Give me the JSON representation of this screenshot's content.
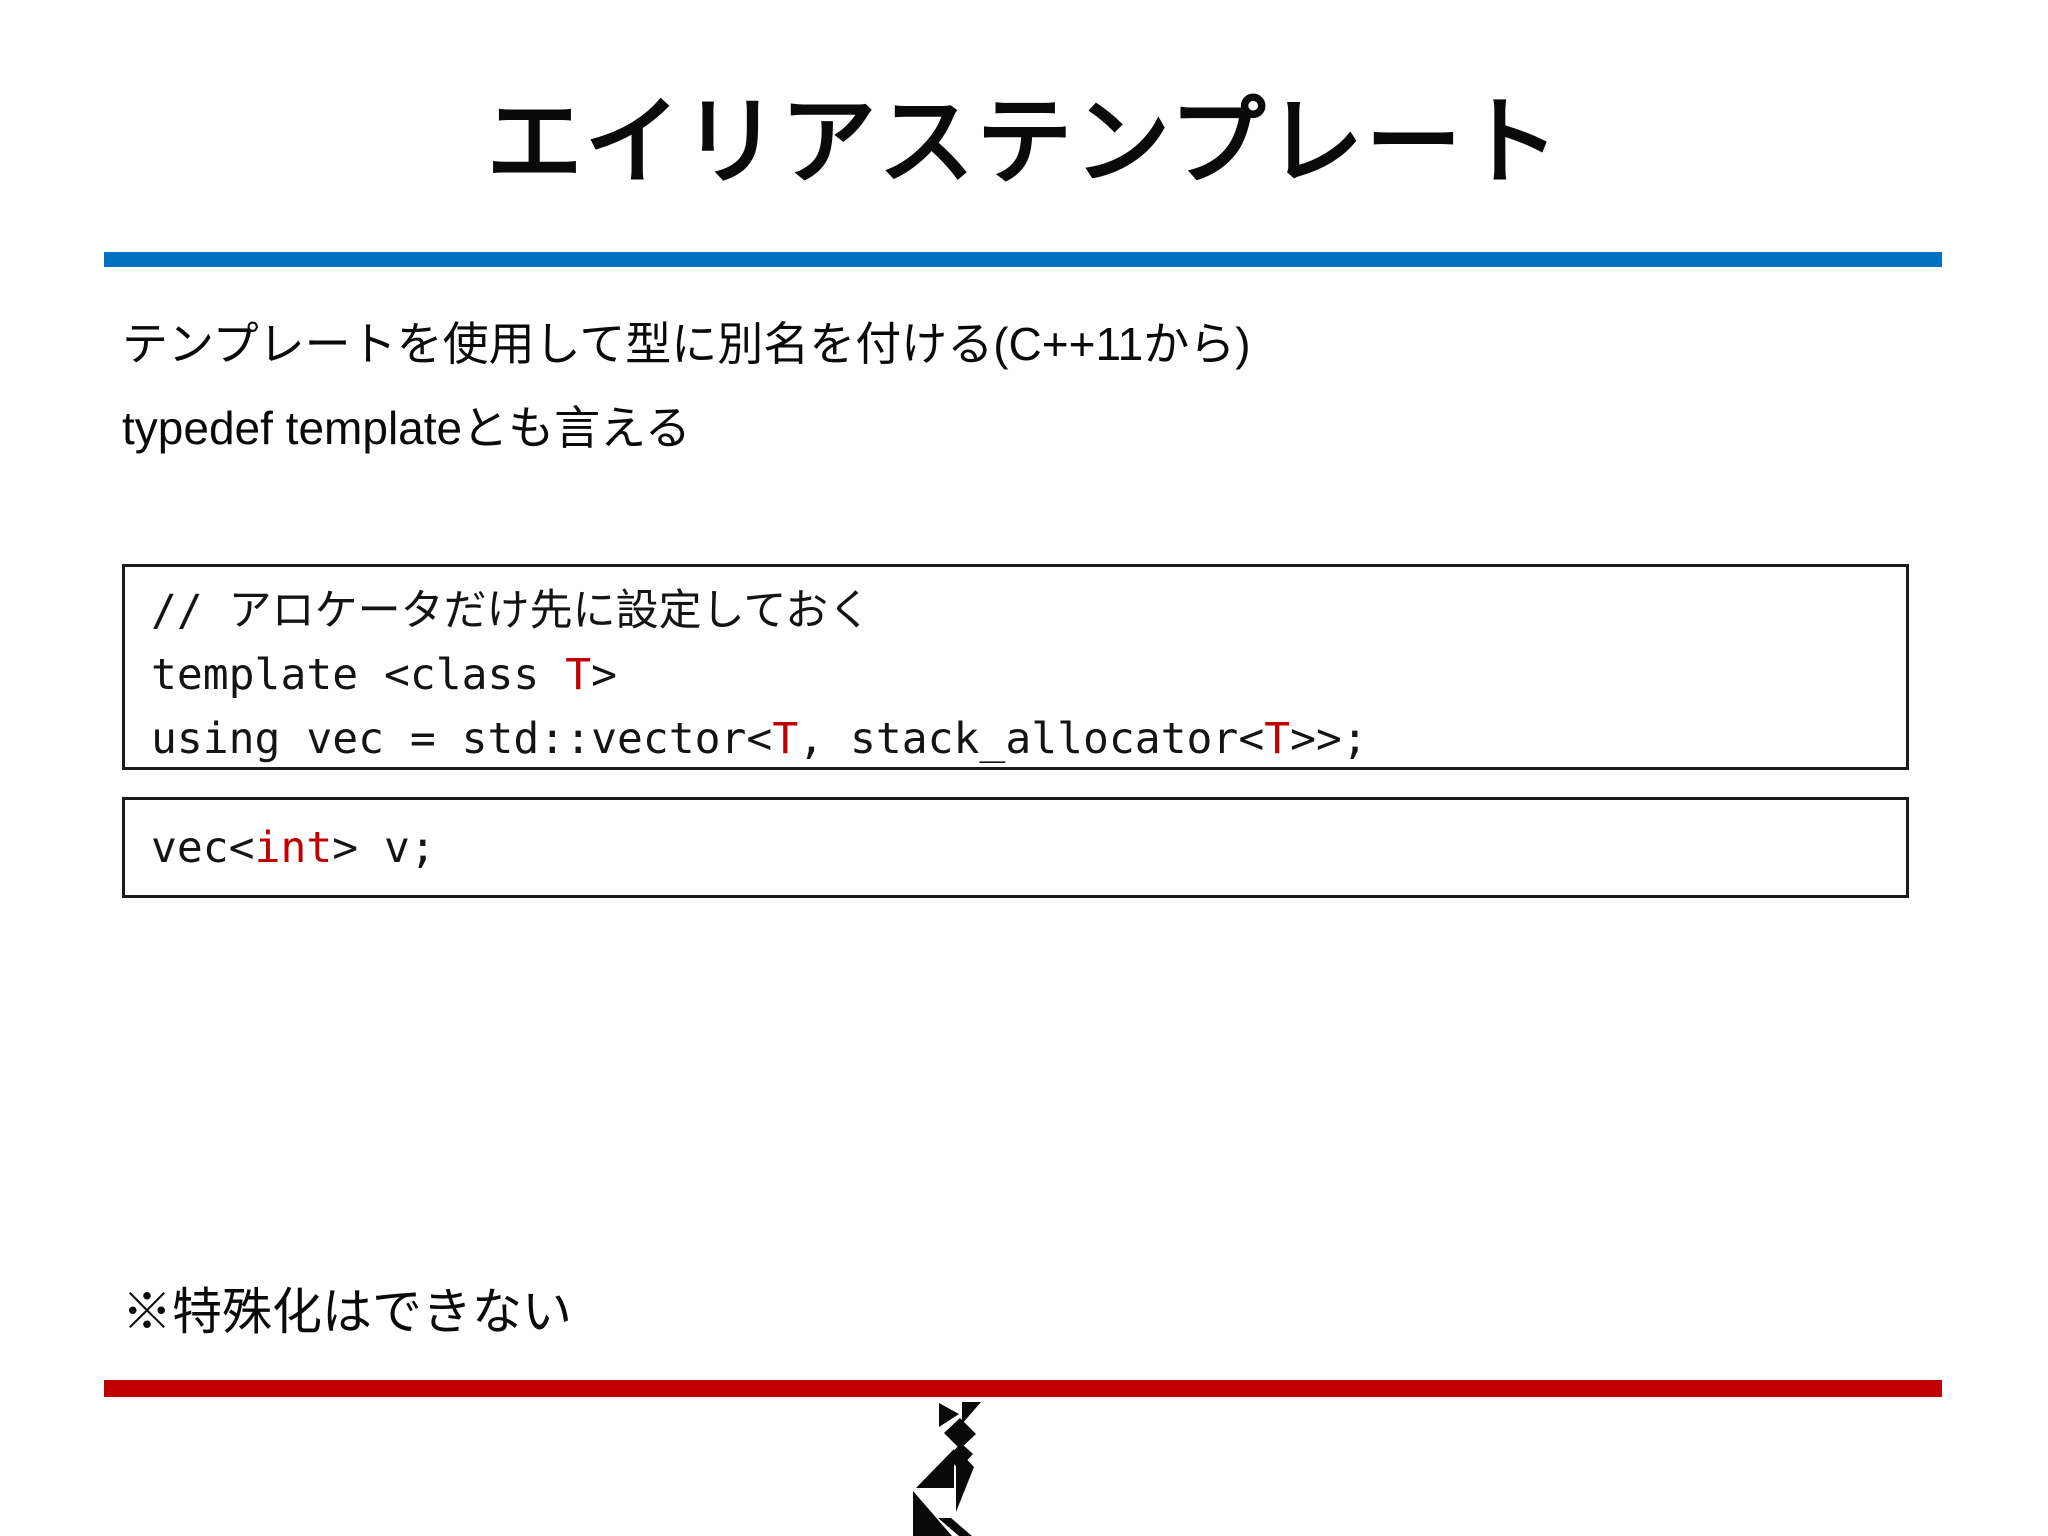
{
  "slide": {
    "title": "エイリアステンプレート",
    "paragraphs": {
      "line1": "テンプレートを使用して型に別名を付ける(C++11から)",
      "line2": "typedef templateとも言える"
    },
    "code_blocks": [
      {
        "lines": [
          [
            {
              "t": "// アロケータだけ先に設定しておく",
              "color": null
            }
          ],
          [
            {
              "t": "template <class ",
              "color": null
            },
            {
              "t": "T",
              "color": "#C00000"
            },
            {
              "t": ">",
              "color": null
            }
          ],
          [
            {
              "t": "using vec = std::vector<",
              "color": null
            },
            {
              "t": "T",
              "color": "#C00000"
            },
            {
              "t": ", stack_allocator<",
              "color": null
            },
            {
              "t": "T",
              "color": "#C00000"
            },
            {
              "t": ">>;",
              "color": null
            }
          ]
        ]
      },
      {
        "lines": [
          [
            {
              "t": "vec<",
              "color": null
            },
            {
              "t": "int",
              "color": "#C00000"
            },
            {
              "t": "> v;",
              "color": null
            }
          ]
        ]
      }
    ],
    "note": "※特殊化はできない",
    "colors": {
      "top_rule": "#0070C0",
      "bottom_rule": "#C00000",
      "code_highlight": "#C00000",
      "logo": "#0a0a0a"
    },
    "logo_name": "tangram-cat-logo"
  }
}
